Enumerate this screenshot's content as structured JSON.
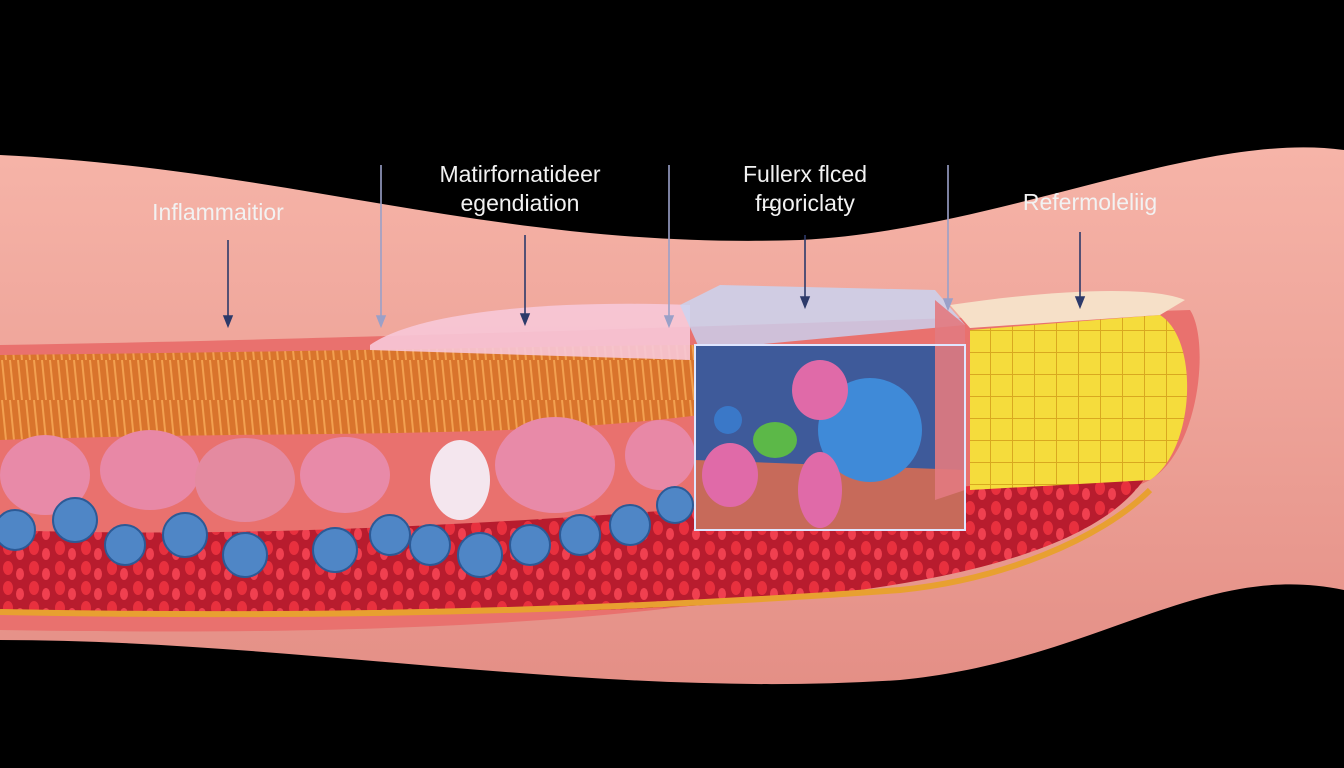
{
  "labels": [
    {
      "id": "inflammation",
      "text": "Inflammaitior"
    },
    {
      "id": "matrix",
      "line1": "Matirfornatideer",
      "line2": "egendiation"
    },
    {
      "id": "fuller",
      "line1": "Fullerx flced",
      "line2": "fr̶goriclaty"
    },
    {
      "id": "remodeling",
      "text": "Refermoleliig"
    }
  ],
  "colors": {
    "background": "#000000",
    "skin": "#f0a39a",
    "muscle": "#d9742c",
    "blood": "#d8263a",
    "cells_blue": "#4f86c6",
    "fat": "#f2d23a"
  }
}
